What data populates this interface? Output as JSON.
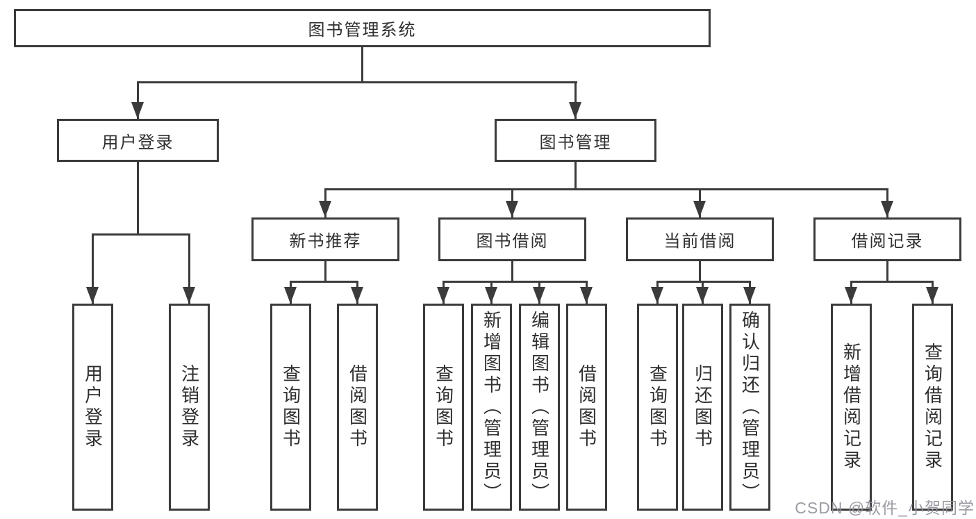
{
  "diagram": {
    "title_node": {
      "label": "图书管理系统"
    },
    "branches": [
      {
        "label": "用户登录",
        "children": [
          {
            "label": "用户登录"
          },
          {
            "label": "注销登录"
          }
        ]
      },
      {
        "label": "图书管理",
        "groups": [
          {
            "label": "新书推荐",
            "children": [
              {
                "label": "查询图书"
              },
              {
                "label": "借阅图书"
              }
            ]
          },
          {
            "label": "图书借阅",
            "children": [
              {
                "label": "查询图书"
              },
              {
                "label": "新增图书（管理员）"
              },
              {
                "label": "编辑图书（管理员）"
              },
              {
                "label": "借阅图书"
              }
            ]
          },
          {
            "label": "当前借阅",
            "children": [
              {
                "label": "查询图书"
              },
              {
                "label": "归还图书"
              },
              {
                "label": "确认归还（管理员）"
              }
            ]
          },
          {
            "label": "借阅记录",
            "children": [
              {
                "label": "新增借阅记录"
              },
              {
                "label": "查询借阅记录"
              }
            ]
          }
        ]
      }
    ]
  },
  "watermark": {
    "text": "CSDN @软件_小贺同学"
  },
  "colors": {
    "line": "#3b3b3b",
    "text": "#2f2f2f",
    "background": "#ffffff",
    "watermark": "#91919b"
  }
}
